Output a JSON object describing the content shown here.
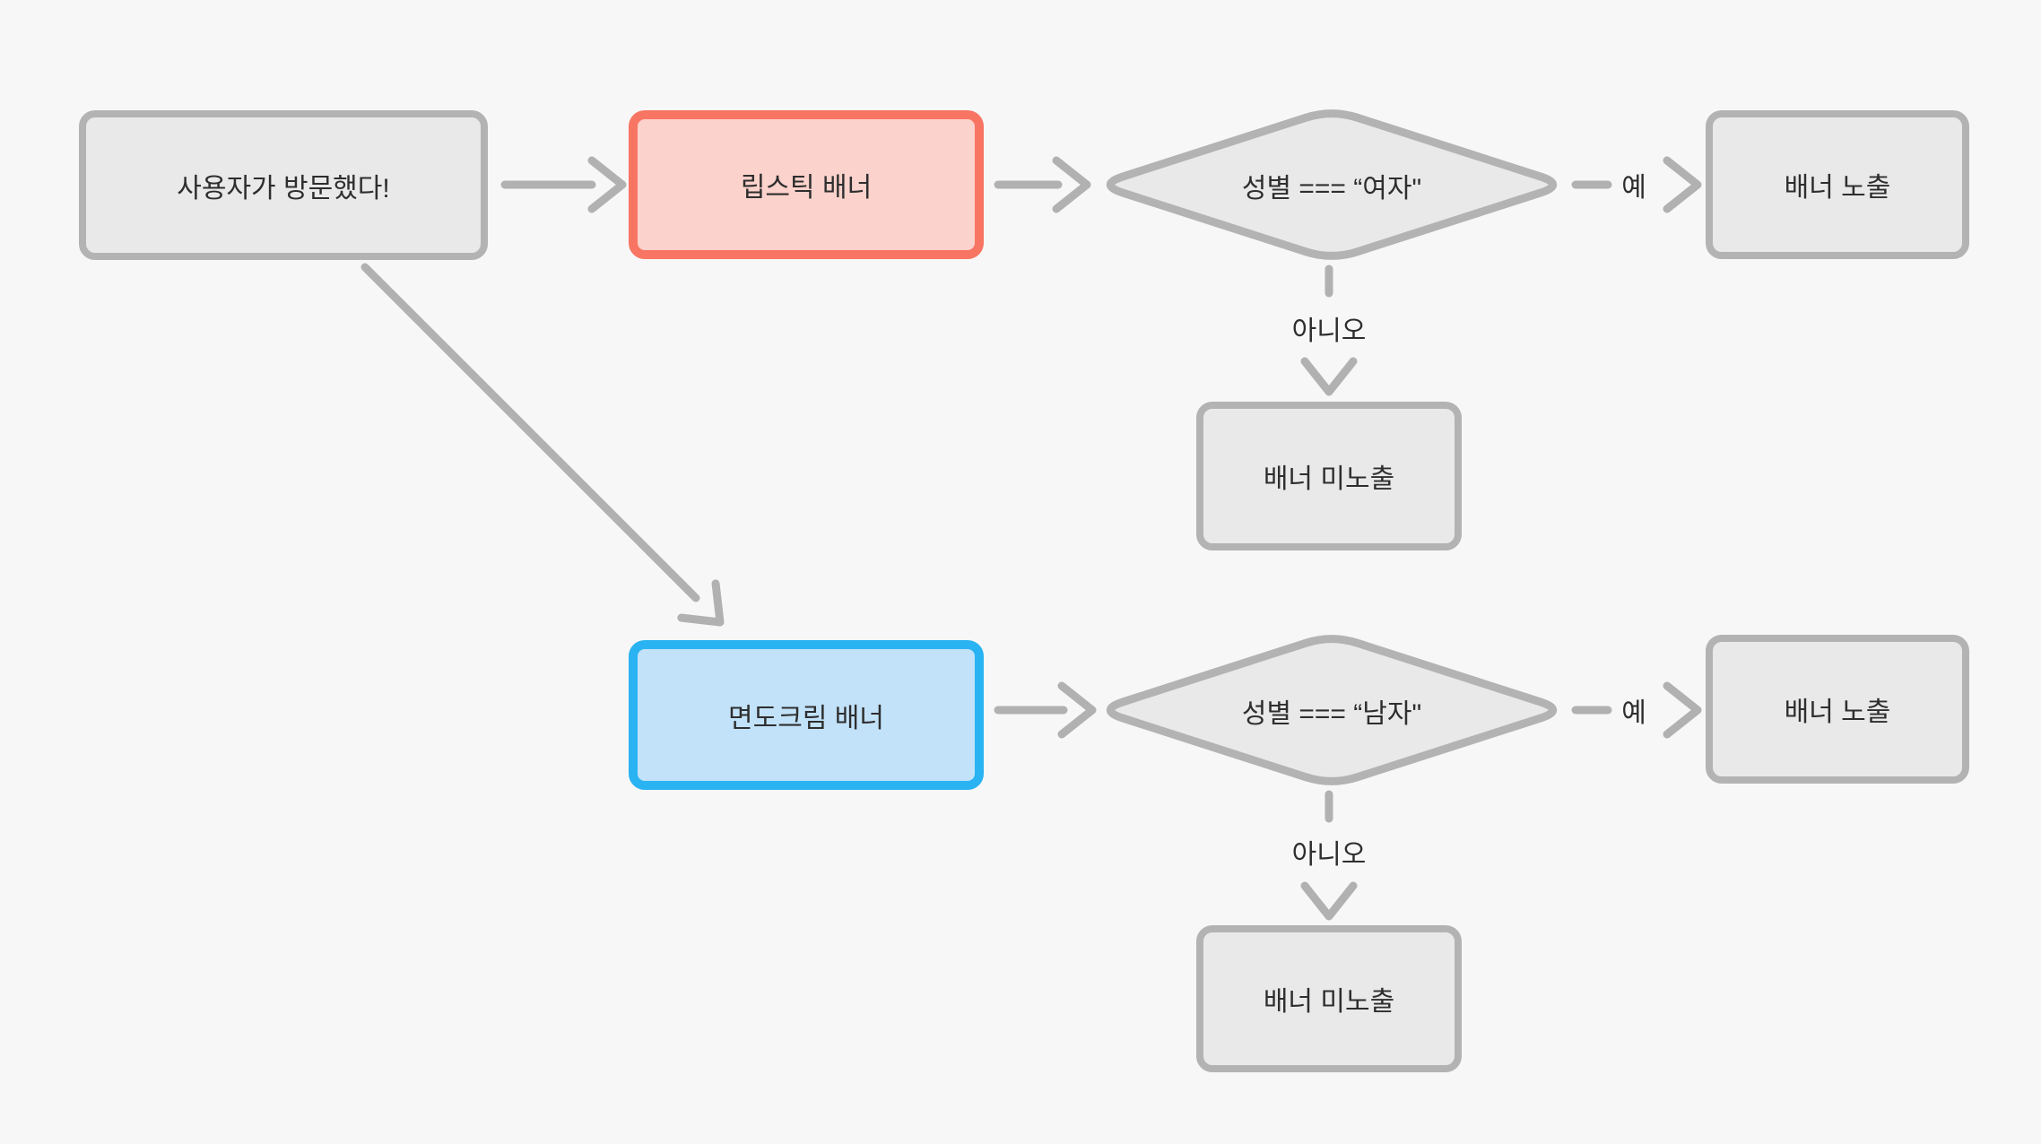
{
  "diagram": {
    "type": "flowchart",
    "language": "ko"
  },
  "nodes": {
    "start": {
      "label": "사용자가 방문했다!"
    },
    "lipstick_banner": {
      "label": "립스틱 배너"
    },
    "decision_female": {
      "label": "성별 === “여자\""
    },
    "banner_show_female": {
      "label": "배너 노출"
    },
    "banner_hide_female": {
      "label": "배너 미노출"
    },
    "shaving_cream_banner": {
      "label": "면도크림 배너"
    },
    "decision_male": {
      "label": "성별 === “남자\""
    },
    "banner_show_male": {
      "label": "배너 노출"
    },
    "banner_hide_male": {
      "label": "배너 미노출"
    }
  },
  "edge_labels": {
    "female_yes": "예",
    "female_no": "아니오",
    "male_yes": "예",
    "male_no": "아니오"
  },
  "colors": {
    "background": "#f7f7f7",
    "gray_node_fill": "#e9e9e9",
    "gray_node_border": "#b3b3b3",
    "red_node_fill": "#fcd2cc",
    "red_node_border": "#f87563",
    "blue_node_fill": "#c2e2fa",
    "blue_node_border": "#2ab3f2",
    "arrow": "#b1b1b1",
    "text": "#2e2e2e"
  }
}
